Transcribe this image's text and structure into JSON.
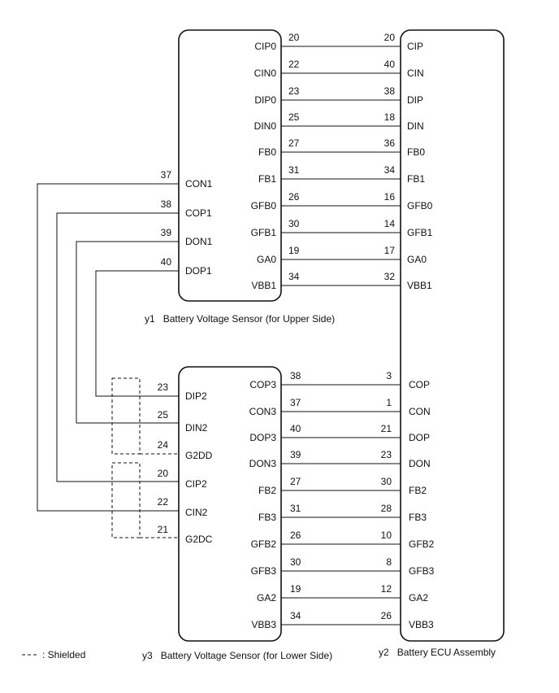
{
  "y1": {
    "code": "y1",
    "caption": "Battery Voltage Sensor (for Upper Side)",
    "right_pins": [
      {
        "label": "CIP0",
        "num": "20"
      },
      {
        "label": "CIN0",
        "num": "22"
      },
      {
        "label": "DIP0",
        "num": "23"
      },
      {
        "label": "DIN0",
        "num": "25"
      },
      {
        "label": "FB0",
        "num": "27"
      },
      {
        "label": "FB1",
        "num": "31"
      },
      {
        "label": "GFB0",
        "num": "26"
      },
      {
        "label": "GFB1",
        "num": "30"
      },
      {
        "label": "GA0",
        "num": "19"
      },
      {
        "label": "VBB1",
        "num": "34"
      }
    ],
    "left_pins": [
      {
        "label": "CON1",
        "num": "37"
      },
      {
        "label": "COP1",
        "num": "38"
      },
      {
        "label": "DON1",
        "num": "39"
      },
      {
        "label": "DOP1",
        "num": "40"
      }
    ]
  },
  "y2": {
    "code": "y2",
    "caption": "Battery ECU Assembly",
    "upper_pins": [
      {
        "label": "CIP",
        "num": "20"
      },
      {
        "label": "CIN",
        "num": "40"
      },
      {
        "label": "DIP",
        "num": "38"
      },
      {
        "label": "DIN",
        "num": "18"
      },
      {
        "label": "FB0",
        "num": "36"
      },
      {
        "label": "FB1",
        "num": "34"
      },
      {
        "label": "GFB0",
        "num": "16"
      },
      {
        "label": "GFB1",
        "num": "14"
      },
      {
        "label": "GA0",
        "num": "17"
      },
      {
        "label": "VBB1",
        "num": "32"
      }
    ],
    "lower_pins": [
      {
        "label": "COP",
        "num": "3"
      },
      {
        "label": "CON",
        "num": "1"
      },
      {
        "label": "DOP",
        "num": "21"
      },
      {
        "label": "DON",
        "num": "23"
      },
      {
        "label": "FB2",
        "num": "30"
      },
      {
        "label": "FB3",
        "num": "28"
      },
      {
        "label": "GFB2",
        "num": "10"
      },
      {
        "label": "GFB3",
        "num": "8"
      },
      {
        "label": "GA2",
        "num": "12"
      },
      {
        "label": "VBB3",
        "num": "26"
      }
    ]
  },
  "y3": {
    "code": "y3",
    "caption": "Battery Voltage Sensor (for Lower Side)",
    "right_pins": [
      {
        "label": "COP3",
        "num": "38"
      },
      {
        "label": "CON3",
        "num": "37"
      },
      {
        "label": "DOP3",
        "num": "40"
      },
      {
        "label": "DON3",
        "num": "39"
      },
      {
        "label": "FB2",
        "num": "27"
      },
      {
        "label": "FB3",
        "num": "31"
      },
      {
        "label": "GFB2",
        "num": "26"
      },
      {
        "label": "GFB3",
        "num": "30"
      },
      {
        "label": "GA2",
        "num": "19"
      },
      {
        "label": "VBB3",
        "num": "34"
      }
    ],
    "left_pins": [
      {
        "label": "DIP2",
        "num": "23"
      },
      {
        "label": "DIN2",
        "num": "25"
      },
      {
        "label": "G2DD",
        "num": "24"
      },
      {
        "label": "CIP2",
        "num": "20"
      },
      {
        "label": "CIN2",
        "num": "22"
      },
      {
        "label": "G2DC",
        "num": "21"
      }
    ]
  },
  "legend": {
    "dash_sample": "----",
    "text": ": Shielded"
  }
}
